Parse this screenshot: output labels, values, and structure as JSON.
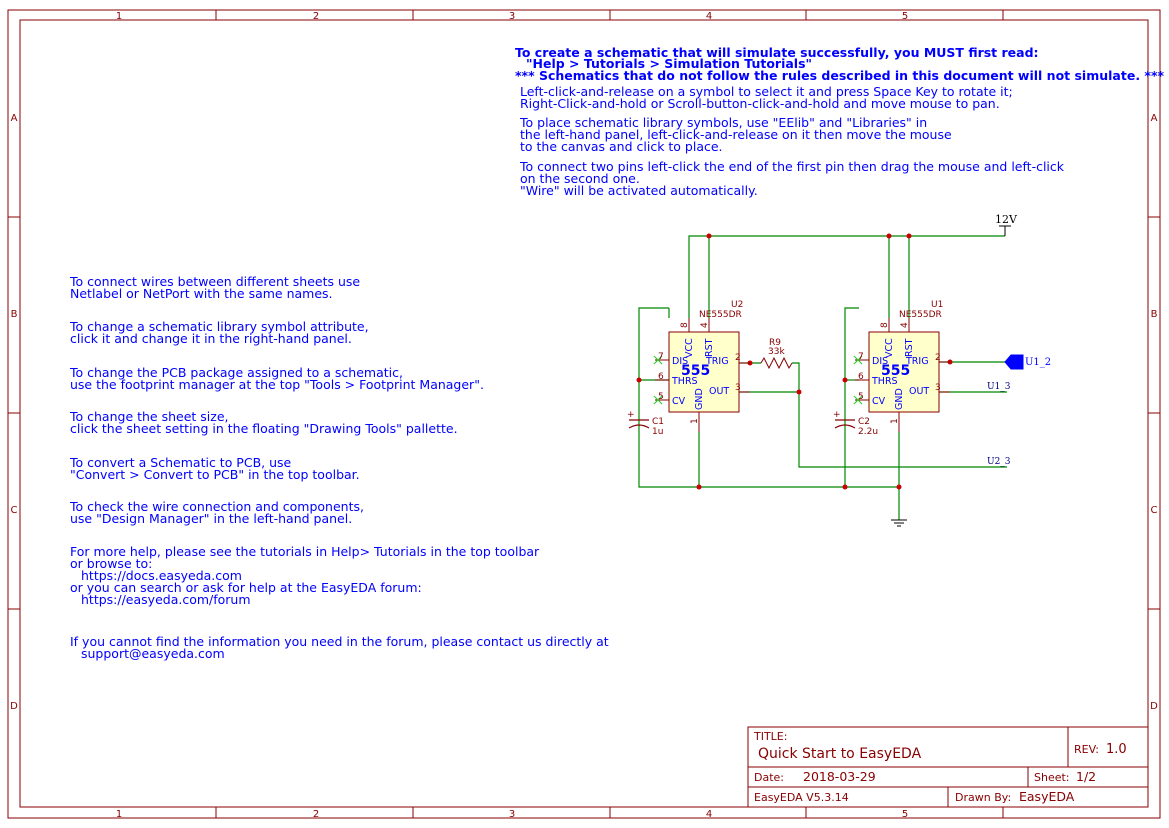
{
  "frame": {
    "columns": [
      "1",
      "2",
      "3",
      "4",
      "5"
    ],
    "rows": [
      "A",
      "B",
      "C",
      "D"
    ]
  },
  "instructions_top": {
    "heading1": "To create a schematic that will simulate successfully, you MUST first read:",
    "heading2": "\"Help > Tutorials > Simulation Tutorials\"",
    "heading3": "*** Schematics that do not follow the rules described in this document will not simulate. ***",
    "p1_l1": "Left-click-and-release on a symbol to select it and press Space Key to rotate it;",
    "p1_l2": "Right-Click-and-hold or Scroll-button-click-and-hold and move mouse to pan.",
    "p2_l1": "To place schematic library symbols, use \"EElib\" and \"Libraries\" in",
    "p2_l2": "the left-hand panel, left-click-and-release on it then move the mouse",
    "p2_l3": "to the canvas and click to place.",
    "p3_l1": "To connect two pins left-click the end of the first pin then drag the mouse and left-click",
    "p3_l2": "on the second one.",
    "p3_l3": "\"Wire\" will be activated automatically."
  },
  "instructions_left": {
    "a1": "To connect wires between different sheets use",
    "a2": "Netlabel or NetPort with the same names.",
    "b1": "To change a schematic library symbol attribute,",
    "b2": "click it and change it in the right-hand panel.",
    "c1": "To change the PCB package assigned to a schematic,",
    "c2": "use the footprint manager at the top \"Tools > Footprint Manager\".",
    "d1": "To change the sheet size,",
    "d2": "click the sheet setting in the floating \"Drawing Tools\" pallette.",
    "e1": "To convert a Schematic to PCB, use",
    "e2": "\"Convert > Convert to PCB\" in the top toolbar.",
    "f1": "To check the wire connection and components,",
    "f2": "use \"Design Manager\" in the left-hand panel.",
    "g1": "For more help, please see the tutorials in Help> Tutorials in the top toolbar",
    "g2": "or browse to:",
    "g3": "https://docs.easyeda.com",
    "g4": "or you can search or ask for help at the EasyEDA forum:",
    "g5": "https://easyeda.com/forum",
    "h1": "If you cannot find the information you need in the forum, please contact us directly at",
    "h2": "support@easyeda.com"
  },
  "schematic": {
    "power_label": "12V",
    "u2": {
      "ref": "U2",
      "part": "NE555DR",
      "core": "555",
      "pins": {
        "vcc": "VCC",
        "rst": "RST",
        "dis": "DIS",
        "thrs": "THRS",
        "cv": "CV",
        "gnd": "GND",
        "trig": "TRIG",
        "out": "OUT"
      },
      "numbers": {
        "p8": "8",
        "p4": "4",
        "p7": "7",
        "p6": "6",
        "p5": "5",
        "p1": "1",
        "p2": "2",
        "p3": "3"
      }
    },
    "u1": {
      "ref": "U1",
      "part": "NE555DR",
      "core": "555",
      "pins": {
        "vcc": "VCC",
        "rst": "RST",
        "dis": "DIS",
        "thrs": "THRS",
        "cv": "CV",
        "gnd": "GND",
        "trig": "TRIG",
        "out": "OUT"
      },
      "numbers": {
        "p8": "8",
        "p4": "4",
        "p7": "7",
        "p6": "6",
        "p5": "5",
        "p1": "1",
        "p2": "2",
        "p3": "3"
      }
    },
    "r9": {
      "ref": "R9",
      "value": "33k"
    },
    "c1": {
      "ref": "C1",
      "value": "1u"
    },
    "c2": {
      "ref": "C2",
      "value": "2.2u"
    },
    "netport": "U1_2",
    "net_u1_3": "U1_3",
    "net_u2_3": "U2_3"
  },
  "title_block": {
    "title_label": "TITLE:",
    "title": "Quick Start to EasyEDA",
    "rev_label": "REV:",
    "rev": "1.0",
    "date_label": "Date:",
    "date": "2018-03-29",
    "sheet_label": "Sheet:",
    "sheet": "1/2",
    "version": "EasyEDA V5.3.14",
    "drawn_label": "Drawn By:",
    "drawn_by": "EasyEDA"
  },
  "colors": {
    "frame": "#880000",
    "wire": "#008800",
    "text": "#0000ff",
    "junction": "#cc0000"
  }
}
